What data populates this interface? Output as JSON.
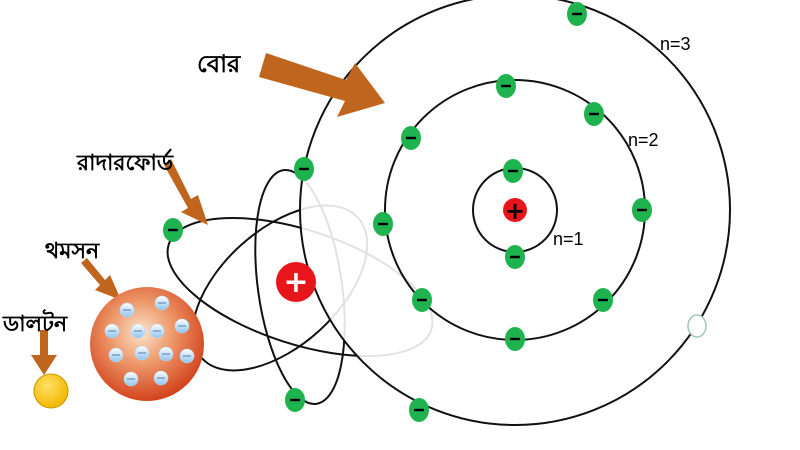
{
  "labels": {
    "bohr": "বোর",
    "rutherford": "রাদারফোর্ড",
    "thomson": "থমসন",
    "dalton": "ডালটন"
  },
  "shells": {
    "n1": "n=1",
    "n2": "n=2",
    "n3": "n=3"
  },
  "symbols": {
    "plus": "+",
    "minus": "−"
  },
  "colors": {
    "arrow": "#C0651E",
    "electron": "#1FB34F",
    "nucleus": "#E8151B",
    "dalton_atom": "#F5C000",
    "thomson_atom": "#E2572B",
    "orbit": "#111111"
  },
  "icons": {
    "electron": "green-oval-minus",
    "nucleus": "red-circle-plus",
    "arrow": "brown-block-arrow"
  }
}
